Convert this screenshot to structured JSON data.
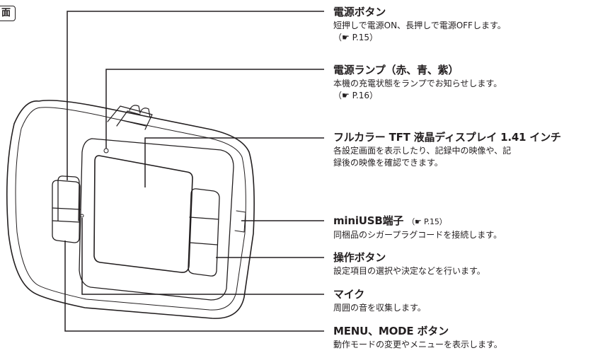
{
  "tab_label": "面",
  "callouts": [
    {
      "title": "電源ボタン",
      "lines": [
        "短押しで電源ON、長押しで電源OFFします。",
        "（☛ P.15）"
      ]
    },
    {
      "title": "電源ランプ（赤、青、紫）",
      "lines": [
        "本機の充電状態をランプでお知らせします。",
        "（☛ P.16）"
      ]
    },
    {
      "title": "フルカラー TFT 液晶ディスプレイ 1.41 インチ",
      "lines": [
        "各設定画面を表示したり、記録中の映像や、記",
        "録後の映像を確認できます。"
      ]
    },
    {
      "title": "miniUSB端子",
      "title_ref": "（☛ P.15）",
      "lines": [
        "同梱品のシガープラグコードを接続します。"
      ]
    },
    {
      "title": "操作ボタン",
      "lines": [
        "設定項目の選択や決定などを行います。"
      ]
    },
    {
      "title": "マイク",
      "lines": [
        "周囲の音を収集します。"
      ]
    },
    {
      "title": "MENU、MODE ボタン",
      "lines": [
        "動作モードの変更やメニューを表示します。"
      ]
    }
  ]
}
